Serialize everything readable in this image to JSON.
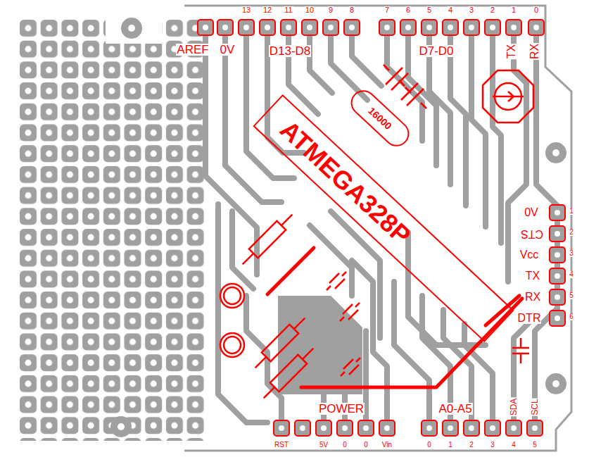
{
  "diagram": {
    "nodes": [
      {
        "text": [
          "ATMEGA328P"
        ]
      },
      {
        "text": [
          "16000"
        ]
      }
    ],
    "labels": [
      "13",
      "12",
      "11",
      "10",
      "9",
      "8",
      "7",
      "6",
      "5",
      "4",
      "3",
      "2",
      "1",
      "0",
      "AREF",
      "0V",
      "D13-D8",
      "D7-D0",
      "TX",
      "RX",
      "0V",
      "CTS",
      "Vcc",
      "TX",
      "RX",
      "DTR",
      "1",
      "2",
      "3",
      "4",
      "5",
      "6",
      "POWER",
      "A0-A5",
      "SDA",
      "SCL",
      "RST",
      "5V",
      "0",
      "0",
      "Vin",
      "0",
      "1",
      "2",
      "3",
      "4",
      "5"
    ]
  }
}
